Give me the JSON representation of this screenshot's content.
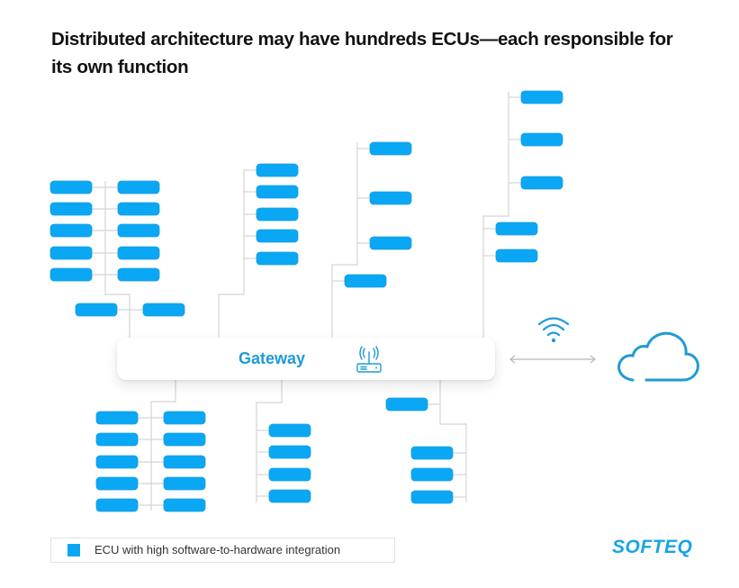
{
  "title": "Distributed architecture may have hundreds ECUs—each responsible for its own function",
  "gateway": {
    "label": "Gateway",
    "icon": "router-icon"
  },
  "connectivity": {
    "wireless_icon": "wifi-icon",
    "link_icon": "double-arrow-icon",
    "cloud_icon": "cloud-icon"
  },
  "legend": {
    "label": "ECU with high software-to-hardware integration",
    "swatch_color": "#0aa7f5"
  },
  "brand": {
    "logo_text": "SOFTEQ",
    "color": "#1aa3e8"
  },
  "colors": {
    "ecu": "#0aa7f5",
    "accent": "#1f9bd6",
    "wire": "#d4d4d4"
  },
  "ecu_groups": [
    {
      "name": "top-left-cluster",
      "ecu_count": 12
    },
    {
      "name": "top-middle-left-cluster",
      "ecu_count": 5
    },
    {
      "name": "top-middle-right-cluster",
      "ecu_count": 4
    },
    {
      "name": "top-right-cluster",
      "ecu_count": 5
    },
    {
      "name": "bottom-left-cluster",
      "ecu_count": 10
    },
    {
      "name": "bottom-middle-cluster",
      "ecu_count": 4
    },
    {
      "name": "bottom-right-cluster",
      "ecu_count": 4
    }
  ]
}
